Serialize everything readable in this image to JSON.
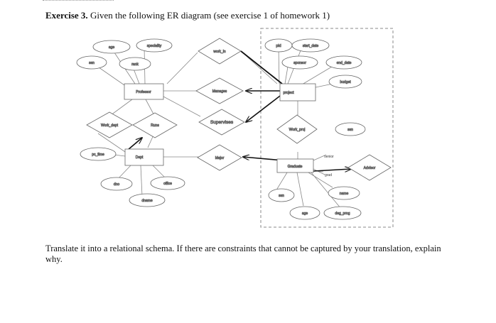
{
  "heading": {
    "label": "Exercise 3.",
    "text": "Given the following ER diagram (see exercise 1 of homework 1)"
  },
  "diagram": {
    "entities": {
      "professor": "Professor",
      "dept": "Dept",
      "project": "project",
      "graduate": "Graduate"
    },
    "relationships": {
      "work_in": "work_in",
      "manages": "Manages",
      "supervises": "Supervises",
      "work_dept": "Work_dept",
      "runs": "Runs",
      "major": "Major",
      "work_proj": "Work_proj",
      "advisor": "Advisor"
    },
    "attributes": {
      "ssn": "ssn",
      "age": "age",
      "specialty": "speciality",
      "rank": "rank",
      "pc_time": "pc_time",
      "dno": "dno",
      "dname": "dname",
      "office": "office",
      "pid": "pid",
      "start_date": "start_date",
      "sponsor": "sponsor",
      "end_date": "end_date",
      "budget": "budget",
      "proj_ssn": "ssn",
      "grad_ssn": "ssn",
      "grad_age": "age",
      "name": "name",
      "deg_prog": "deg_prog",
      "senior": "senior",
      "grad": "grad"
    }
  },
  "question": "Translate it into a relational schema. If there are constraints that cannot be captured by your translation, explain why."
}
